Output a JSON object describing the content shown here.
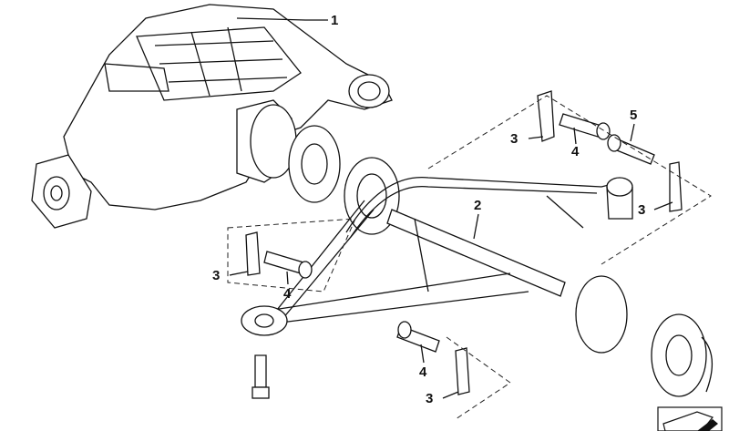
{
  "diagram": {
    "callouts": [
      {
        "label": "1",
        "part": "differential"
      },
      {
        "label": "2",
        "part": "trailing-arm"
      },
      {
        "label": "3",
        "part": "washer-plate"
      },
      {
        "label": "4",
        "part": "bolt"
      },
      {
        "label": "5",
        "part": "bolt"
      },
      {
        "label": "3",
        "part": "washer-plate"
      },
      {
        "label": "3",
        "part": "washer-plate"
      },
      {
        "label": "4",
        "part": "bolt"
      },
      {
        "label": "4",
        "part": "bolt"
      },
      {
        "label": "3",
        "part": "washer-plate"
      }
    ]
  }
}
